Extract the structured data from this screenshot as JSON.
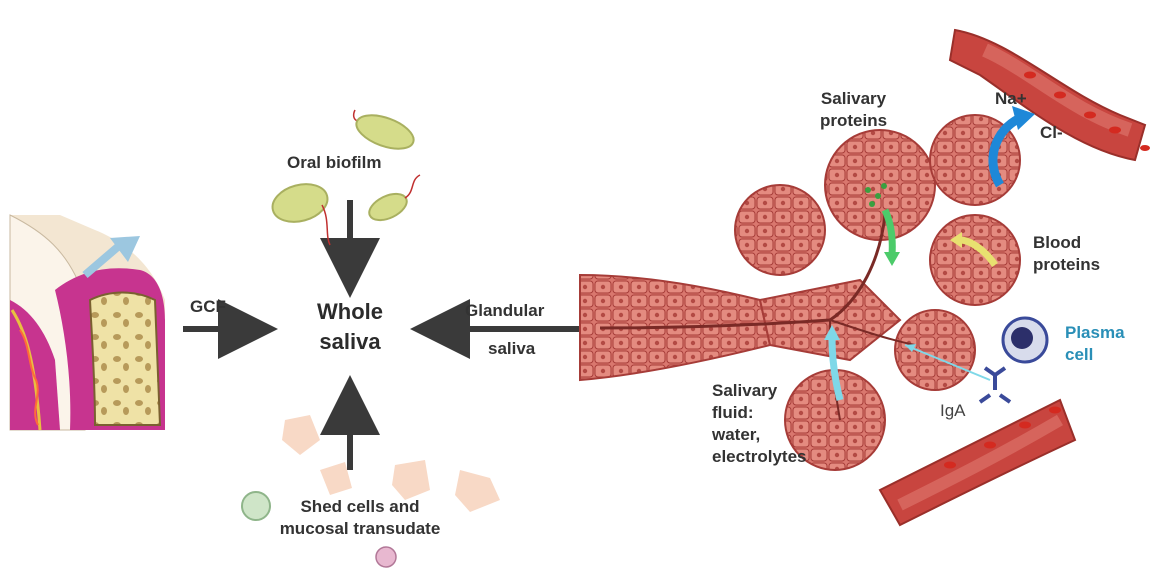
{
  "labels": {
    "whole_saliva_1": "Whole",
    "whole_saliva_2": "saliva",
    "gcf": "GCF",
    "oral_biofilm": "Oral biofilm",
    "shed_cells_1": "Shed cells and",
    "shed_cells_2": "mucosal transudate",
    "glandular_1": "Glandular",
    "glandular_2": "saliva",
    "salivary_proteins_1": "Salivary",
    "salivary_proteins_2": "proteins",
    "na": "Na+",
    "cl": "Cl-",
    "blood_proteins_1": "Blood",
    "blood_proteins_2": "proteins",
    "plasma_cell_1": "Plasma",
    "plasma_cell_2": "cell",
    "iga": "IgA",
    "salivary_fluid_1": "Salivary",
    "salivary_fluid_2": "fluid:",
    "salivary_fluid_3": "water,",
    "salivary_fluid_4": "electrolytes"
  },
  "colors": {
    "arrow": "#3a3a3a",
    "tissue": "#d9776e",
    "tissue_dark": "#a63c38",
    "blood_vessel": "#c8453f",
    "rbc": "#d42a20",
    "bacteria": "#d5dc8a",
    "gum": "#c7348f",
    "bone": "#e8d89a",
    "plasma_text": "#2a8fb7",
    "na_arrow": "#1e88d8",
    "protein_arrow_green": "#4ccb6a",
    "protein_arrow_yellow": "#e8e070",
    "fluid_arrow": "#7fd8e8"
  }
}
